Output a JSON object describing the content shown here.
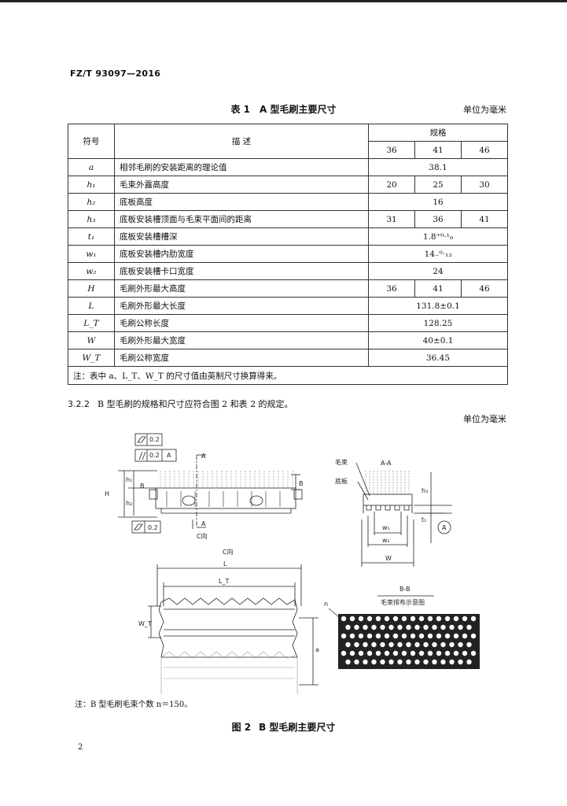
{
  "header": {
    "standard_code": "FZ/T 93097—2016"
  },
  "table1": {
    "caption_num": "表 1",
    "caption_title": "A 型毛刷主要尺寸",
    "unit": "单位为毫米",
    "head": {
      "symbol": "符号",
      "desc": "描    述",
      "spec": "规格",
      "sizes": [
        "36",
        "41",
        "46"
      ]
    },
    "rows": [
      {
        "sym": "a",
        "desc": "相邻毛刷的安装距离的理论值",
        "vals": [
          "38.1"
        ]
      },
      {
        "sym": "h₁",
        "desc": "毛束外露高度",
        "vals": [
          "20",
          "25",
          "30"
        ]
      },
      {
        "sym": "h₂",
        "desc": "底板高度",
        "vals": [
          "16"
        ]
      },
      {
        "sym": "h₃",
        "desc": "底板安装槽顶面与毛束平面间的距离",
        "vals": [
          "31",
          "36",
          "41"
        ]
      },
      {
        "sym": "t₁",
        "desc": "底板安装槽槽深",
        "vals": [
          "1.8⁺⁰·¹₀"
        ]
      },
      {
        "sym": "w₁",
        "desc": "底板安装槽内肋宽度",
        "vals": [
          "14₋⁰·₁₃"
        ]
      },
      {
        "sym": "w₂",
        "desc": "底板安装槽卡口宽度",
        "vals": [
          "24"
        ]
      },
      {
        "sym": "H",
        "desc": "毛刷外形最大高度",
        "vals": [
          "36",
          "41",
          "46"
        ]
      },
      {
        "sym": "L",
        "desc": "毛刷外形最大长度",
        "vals": [
          "131.8±0.1"
        ]
      },
      {
        "sym": "L_T",
        "desc": "毛刷公称长度",
        "vals": [
          "128.25"
        ]
      },
      {
        "sym": "W",
        "desc": "毛刷外形最大宽度",
        "vals": [
          "40±0.1"
        ]
      },
      {
        "sym": "W_T",
        "desc": "毛刷公称宽度",
        "vals": [
          "36.45"
        ]
      }
    ],
    "note": "注：表中 a、L_T、W_T 的尺寸值由英制尺寸换算得来。"
  },
  "section": {
    "number": "3.2.2",
    "text": "B 型毛刷的规格和尺寸应符合图 2 和表 2 的规定。",
    "unit": "单位为毫米"
  },
  "figure": {
    "labels": {
      "tol1": "0.2",
      "tol2": "0.2",
      "tol2_ref": "A",
      "tol3": "0.2",
      "sectionA": "A",
      "sectionB": "B",
      "dim_H": "H",
      "dim_h1": "h₁",
      "dim_h2": "h₂",
      "c_view": "C向",
      "aa_title": "A-A",
      "bristle": "毛束",
      "base": "底板",
      "w1": "w₁",
      "w2": "w₂",
      "W": "W",
      "h3": "h₃",
      "t1": "t₁",
      "datumA": "A",
      "cview_title": "C向",
      "L": "L",
      "LT": "L_T",
      "WT": "W_T",
      "a": "a",
      "bb_title": "B-B",
      "bb_sub": "毛束排布示意图",
      "n": "n"
    },
    "note": "注：B 型毛刷毛束个数 n＝150。",
    "caption_num": "图 2",
    "caption_title": "B 型毛刷主要尺寸"
  },
  "page_number": "2"
}
